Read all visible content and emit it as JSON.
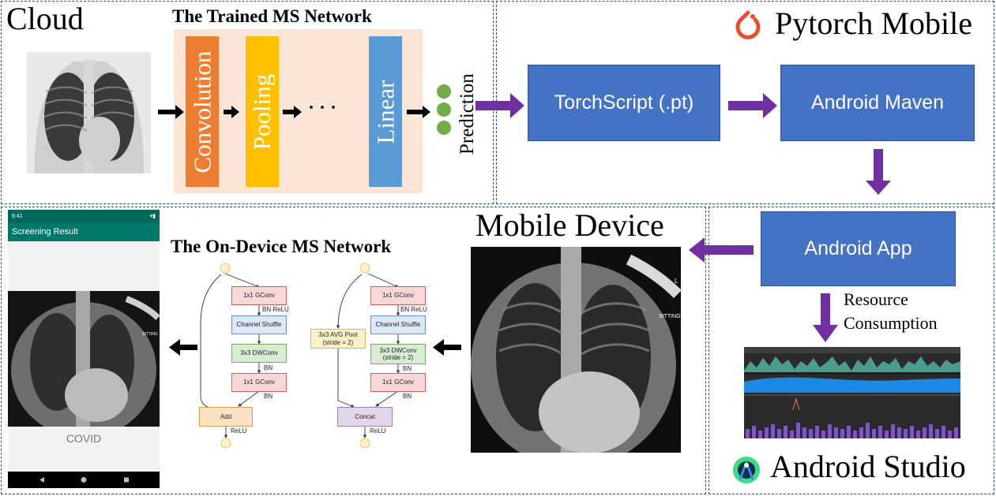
{
  "cloud": {
    "title": "Cloud",
    "network_title": "The Trained MS Network",
    "layers": [
      "Convolution",
      "Pooling",
      "Linear"
    ],
    "ellipsis": "· · ·",
    "prediction_label": "Prediction"
  },
  "pytorch": {
    "title": "Pytorch Mobile",
    "boxes": [
      "TorchScript (.pt)",
      "Android Maven"
    ]
  },
  "android_studio": {
    "title": "Android Studio",
    "app_box": "Android App",
    "resource_label_1": "Resource",
    "resource_label_2": "Consumption"
  },
  "mobile": {
    "title": "Mobile Device",
    "network_title": "The On-Device MS Network",
    "phone": {
      "time": "8:41",
      "app_title": "Screening Result",
      "result": "COVID",
      "xray_tag": "SITTING"
    },
    "xray_tag": "SITTING",
    "xray_side": "L",
    "unit_left": {
      "boxes": [
        "1x1 GConv",
        "Channel Shuffle",
        "3x3 DWConv",
        "1x1 GConv",
        "Add"
      ],
      "labels": [
        "BN ReLU",
        "BN",
        "BN",
        "ReLU"
      ]
    },
    "unit_right": {
      "boxes": [
        "1x1 GConv",
        "Channel Shuffle",
        "3x3 DWConv\n(stride = 2)",
        "1x1 GConv",
        "Concat",
        "3x3 AVG Pool\n(stride = 2)"
      ],
      "labels": [
        "BN ReLU",
        "BN",
        "BN",
        "ReLU"
      ]
    }
  },
  "colors": {
    "panel_border": "#2f4f7f",
    "blue_box": "#4472c4",
    "arrow_purple": "#7030a0",
    "convolution": "#ed7d31",
    "pooling": "#ffc000",
    "linear": "#5b9bd5",
    "network_bg": "#fbe5d6",
    "phone_header": "#00796b",
    "pred_dot": "#70ad47"
  },
  "icons": [
    "pytorch-logo-icon",
    "android-studio-logo-icon"
  ]
}
